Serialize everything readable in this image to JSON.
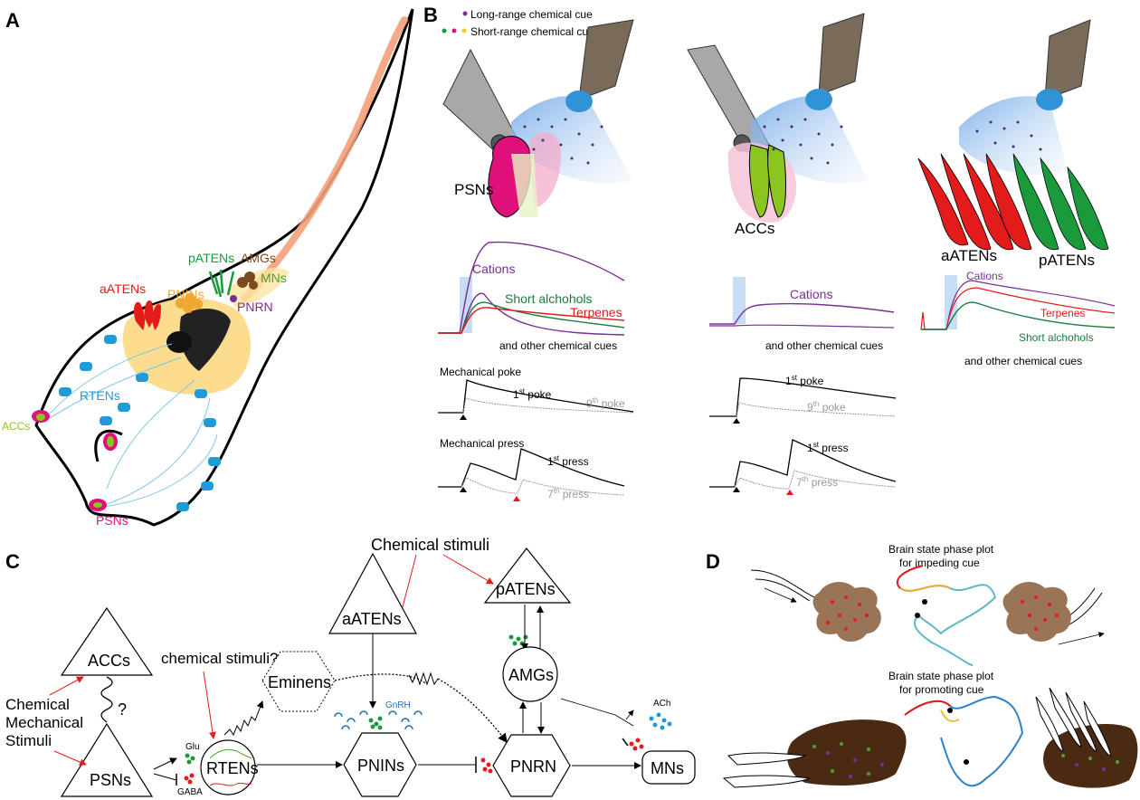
{
  "panels": {
    "a": "A",
    "b": "B",
    "c": "C",
    "d": "D"
  },
  "panelA": {
    "labels": {
      "aatens": "aATENs",
      "pinins": "PNINs",
      "patens": "pATENs",
      "amgs": "AMGs",
      "mns": "MNs",
      "pnrn": "PNRN",
      "rtens": "RTENs",
      "accs": "ACCs",
      "psns": "PSNs"
    }
  },
  "panelB": {
    "legend": {
      "long_range": "Long-range chemical cue",
      "short_range": "Short-range chemical cue"
    },
    "cells": {
      "psns": "PSNs",
      "accs": "ACCs",
      "aatens": "aATENs",
      "patens": "pATENs"
    },
    "traces": {
      "cations": "Cations",
      "short_alcohols": "Short alchohols",
      "terpenes": "Terpenes",
      "other_cues": "and other chemical cues"
    },
    "mechanical": {
      "poke_title": "Mechanical poke",
      "press_title": "Mechanical press",
      "first": "1",
      "st": "st",
      "ninth": "9",
      "seventh": "7",
      "th": "th",
      "poke": "poke",
      "press": "press"
    }
  },
  "panelC": {
    "chemical_stimuli": "Chemical stimuli",
    "chemical_stimuli_q": "chemical stimuli?",
    "left_stimuli": [
      "Chemical",
      "Mechanical",
      "Stimuli"
    ],
    "question": "?",
    "nodes": {
      "accs": "ACCs",
      "psns": "PSNs",
      "rtens": "RTENs",
      "eminens": "Eminens",
      "aatens": "aATENs",
      "patens": "pATENs",
      "amgs": "AMGs",
      "pinins": "PNINs",
      "pnrn": "PNRN",
      "mns": "MNs"
    },
    "transmitters": {
      "glu": "Glu",
      "gaba": "GABA",
      "gnrh": "GnRH",
      "ach": "ACh"
    }
  },
  "panelD": {
    "impeding_title": [
      "Brain state phase plot",
      "for impeding cue"
    ],
    "promoting_title": [
      "Brain state phase plot",
      "for promoting cue"
    ]
  },
  "colors": {
    "psn_magenta": "#e0107a",
    "acc_green": "#8cc420",
    "aaten_red": "#e41b1b",
    "paten_green": "#1b9a3c",
    "rten_blue": "#1f9bd7",
    "cation_purple": "#7b2e95",
    "mn_green": "#4aa02c",
    "amg_brown": "#7a4a1e",
    "pnin_orange": "#f0a830",
    "brain_yellow": "#fbd77d"
  }
}
